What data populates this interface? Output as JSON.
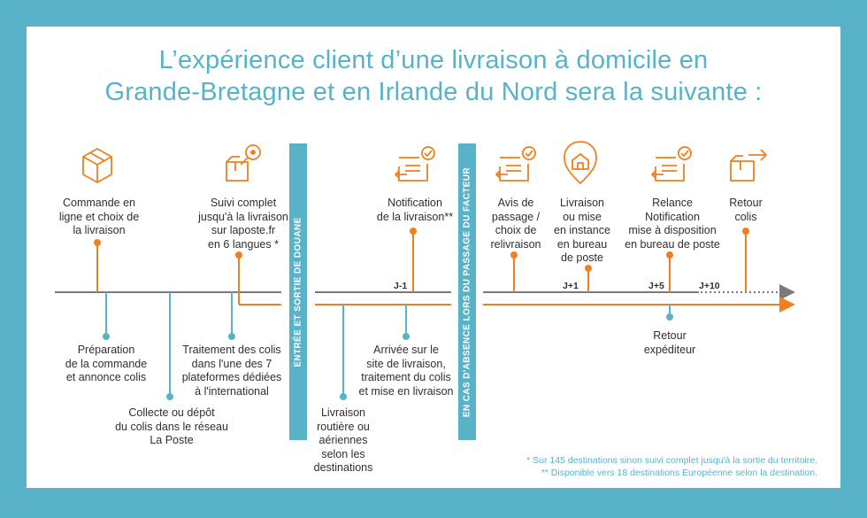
{
  "title": {
    "line1": "L’expérience client d’une livraison à domicile en",
    "line2": "Grande-Bretagne et en Irlande du Nord sera la suivante :"
  },
  "dividers": {
    "customs": "ENTRÉE ET SORTIE DE DOUANE",
    "absence": "EN CAS D'ABSENCE LORS DU PASSAGE DU FACTEUR"
  },
  "top_steps": {
    "commande": [
      "Commande en",
      "ligne  et choix de",
      "la livraison"
    ],
    "suivi": [
      "Suivi complet",
      "jusqu'à la livraison",
      "sur laposte.fr",
      "en 6  langues *"
    ],
    "notification": [
      "Notification",
      "de la livraison**"
    ],
    "avis": [
      "Avis de",
      "passage /",
      "choix de",
      "relivraison"
    ],
    "livraison": [
      "Livraison",
      "ou mise",
      "en instance",
      "en bureau",
      "de poste"
    ],
    "relance": [
      "Relance",
      "Notification",
      "mise à disposition",
      "en bureau de poste"
    ],
    "retour_colis": [
      "Retour",
      "colis"
    ]
  },
  "bottom_steps": {
    "preparation": [
      "Préparation",
      "de la commande",
      "et annonce colis"
    ],
    "collecte": [
      "Collecte ou dépôt",
      "du colis dans le réseau",
      "La Poste"
    ],
    "traitement": [
      "Traitement des colis",
      "dans l'une des 7",
      "plateformes dédiées",
      "à l'international"
    ],
    "transport": [
      "Livraison",
      "routière ou",
      "aériennes",
      "selon les",
      "destinations"
    ],
    "arrivee": [
      "Arrivée sur le",
      "site de livraison,",
      "traitement du colis",
      "et mise en livraison"
    ],
    "retour_expediteur": [
      "Retour",
      "expéditeur"
    ]
  },
  "ticks": {
    "j_minus_1": "J-1",
    "j_plus_1": "J+1",
    "j_plus_5": "J+5",
    "j_plus_10": "J+10"
  },
  "footnotes": {
    "note1": "* Sur 145 destinations sinon suivi complet jusqu'à la sortie du territoire.",
    "note2": "** Disponible vers 18 destinations Européenne selon la destination."
  },
  "colors": {
    "accent_blue": "#58b3c9",
    "accent_orange": "#f07f1d",
    "timeline_gray": "#7a7a7a",
    "text": "#2f2f2f"
  },
  "icons": [
    "box-icon",
    "map-pin-box-icon",
    "envelope-check-icon",
    "location-pin-icon",
    "return-box-icon"
  ]
}
